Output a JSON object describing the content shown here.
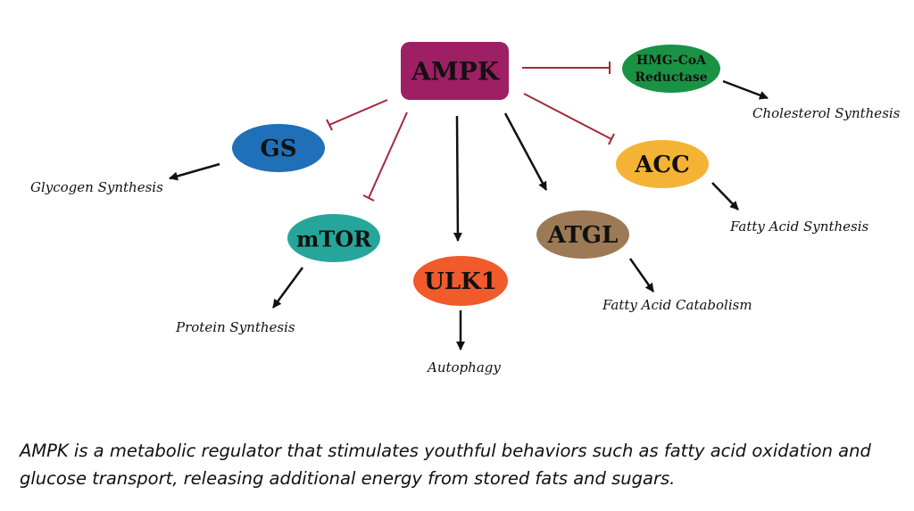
{
  "nodes": {
    "ampk": {
      "label": "AMPK",
      "color": "#9e1f63"
    },
    "hmg": {
      "label_line1": "HMG-CoA",
      "label_line2": "Reductase",
      "color": "#1a9244"
    },
    "gs": {
      "label": "GS",
      "color": "#1f70b8"
    },
    "acc": {
      "label": "ACC",
      "color": "#f5b335"
    },
    "mtor": {
      "label": "mTOR",
      "color": "#26a69a"
    },
    "atgl": {
      "label": "ATGL",
      "color": "#9c7a56"
    },
    "ulk1": {
      "label": "ULK1",
      "color": "#f15a2b"
    }
  },
  "outcomes": {
    "cholesterol": "Cholesterol Synthesis",
    "glycogen": "Glycogen Synthesis",
    "fatty_acid_synthesis": "Fatty Acid Synthesis",
    "protein": "Protein Synthesis",
    "fatty_acid_catabolism": "Fatty Acid Catabolism",
    "autophagy": "Autophagy"
  },
  "colors": {
    "inhibit": "#a3293a",
    "activate": "#111111"
  },
  "caption": {
    "line1": "AMPK is a metabolic regulator that stimulates youthful behaviors such as fatty acid oxidation and",
    "line2": "glucose transport, releasing additional energy from stored fats and sugars."
  }
}
